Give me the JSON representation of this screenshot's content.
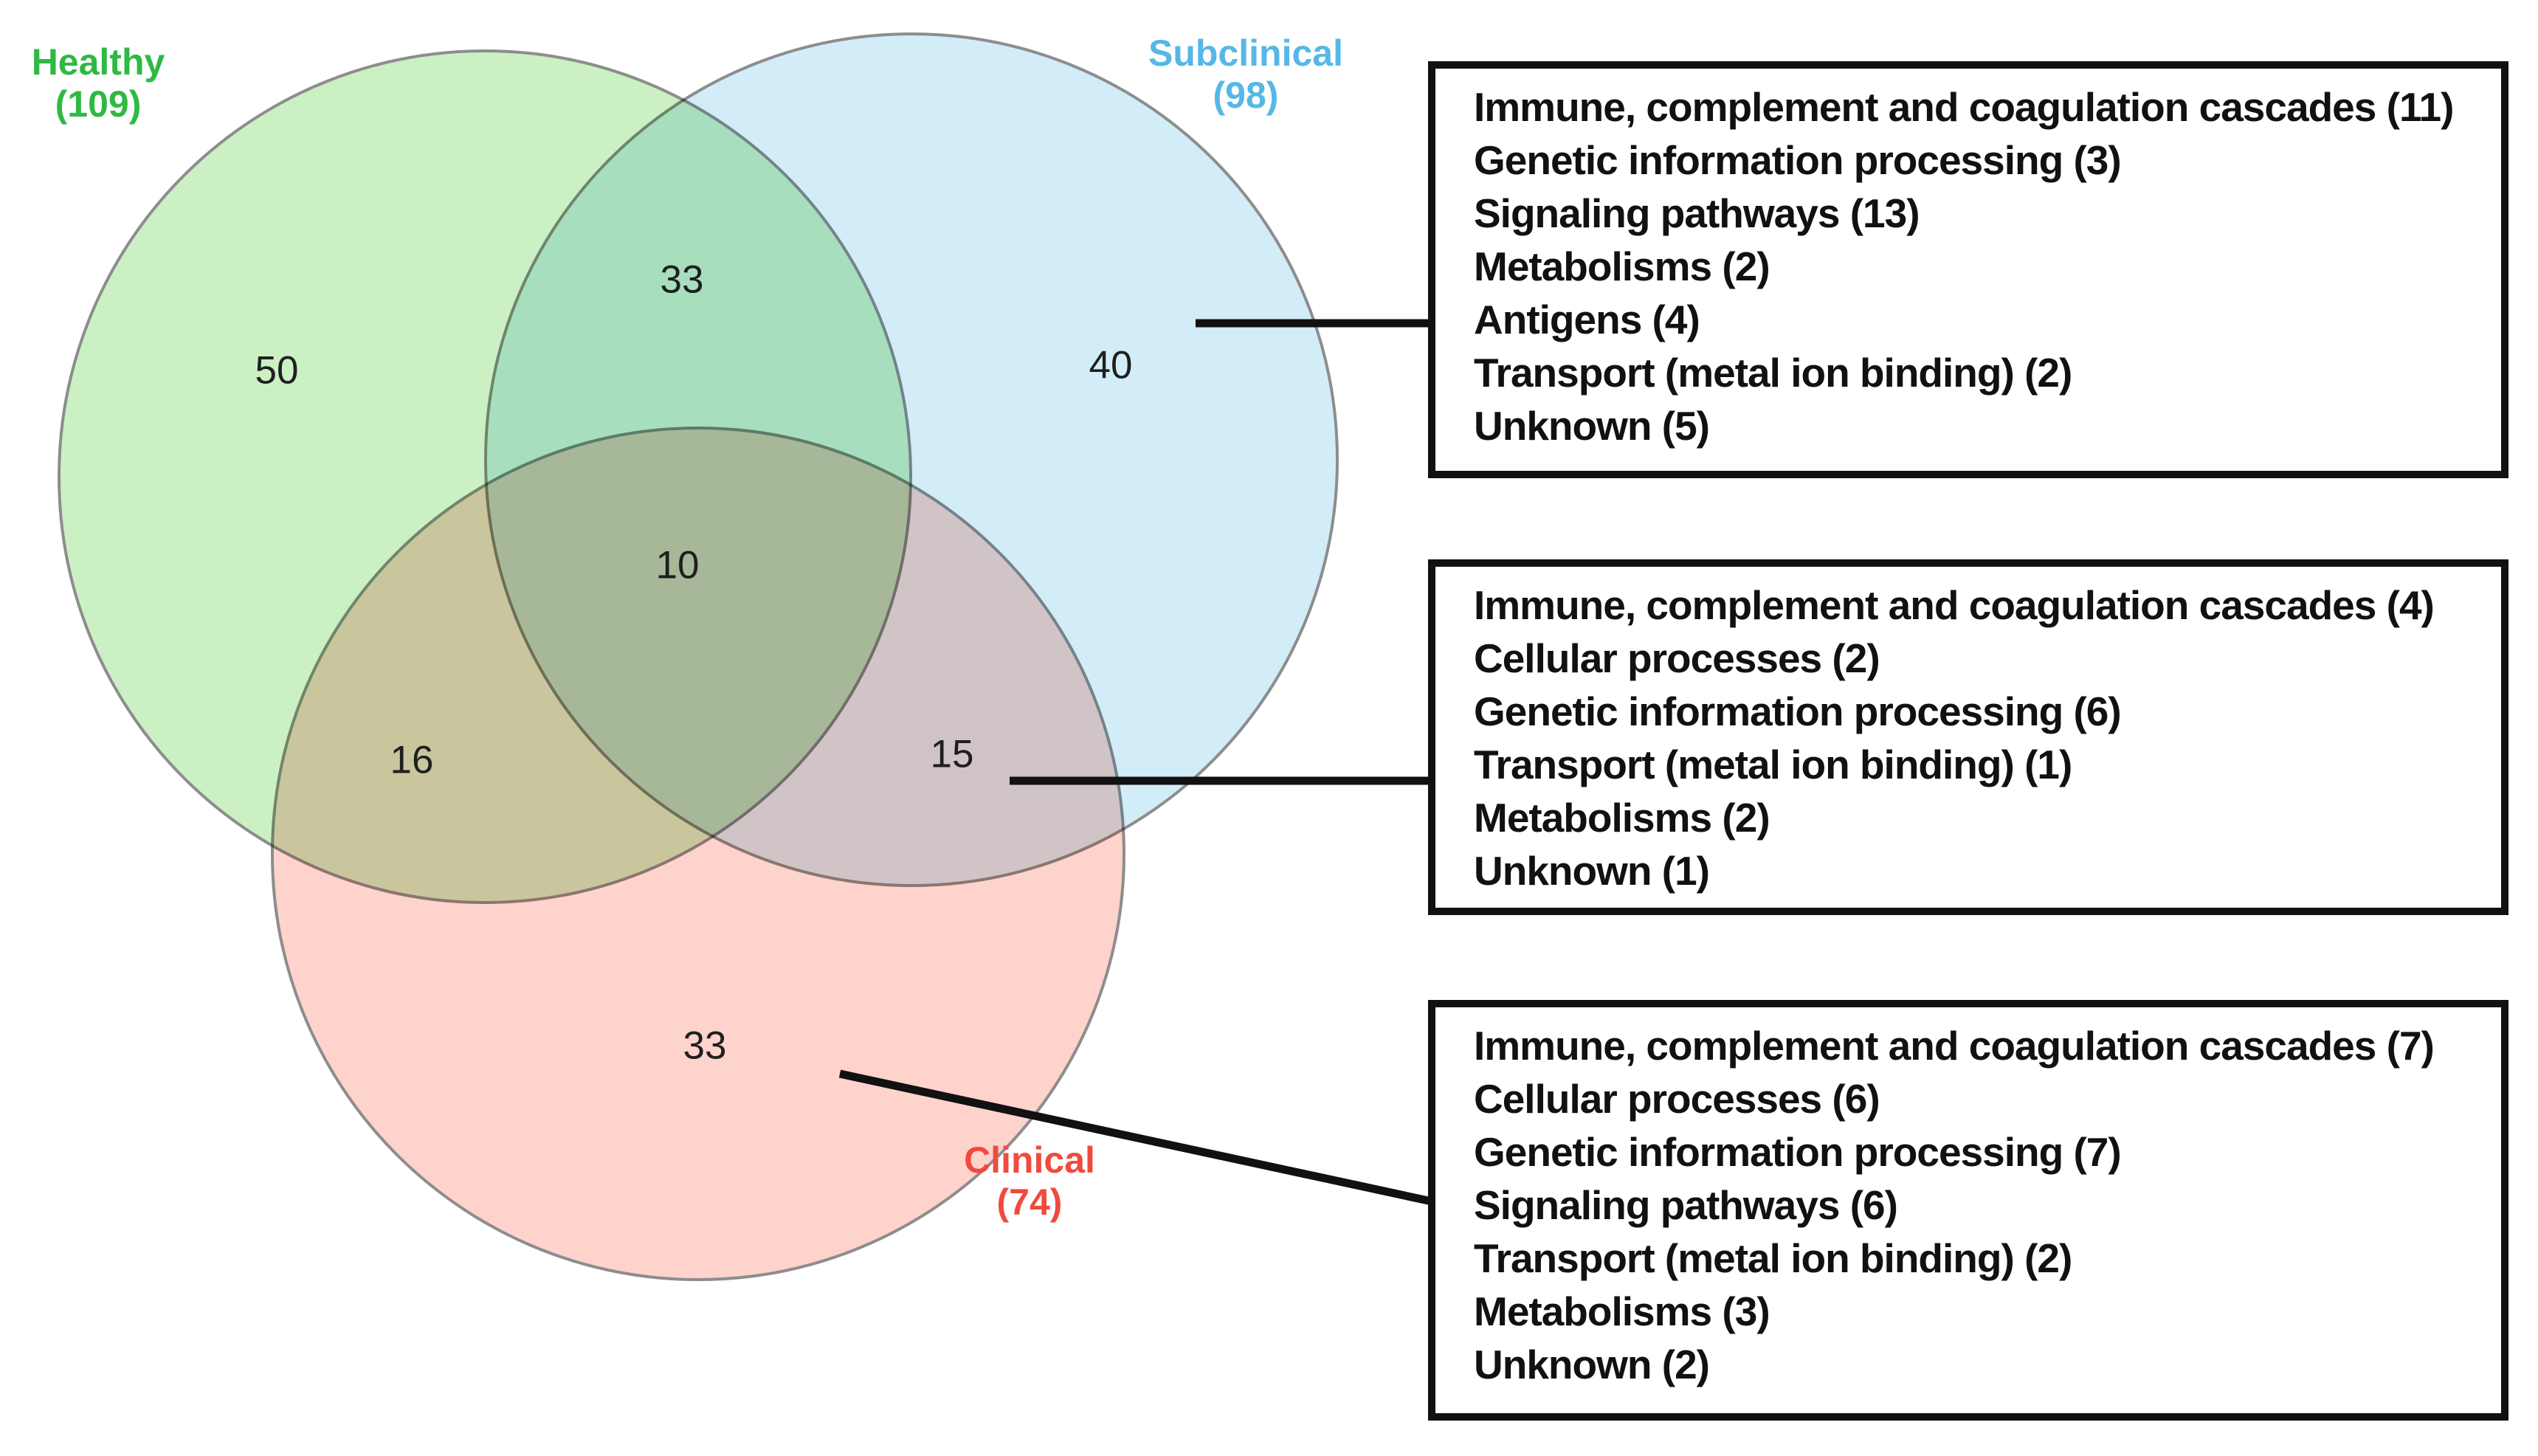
{
  "figure": {
    "type": "venn",
    "title": "Three-set Venn diagram with pathway annotation boxes",
    "sets": [
      {
        "id": "healthy",
        "name": "Healthy",
        "total": "(109)",
        "label_color": "#2fb944",
        "fill_color": "#cbf0c4"
      },
      {
        "id": "subclinical",
        "name": "Subclinical",
        "total": "(98)",
        "label_color": "#55b8e6",
        "fill_color": "#d2edf8"
      },
      {
        "id": "clinical",
        "name": "Clinical",
        "total": "(74)",
        "label_color": "#f04a3e",
        "fill_color": "#fdd3cc"
      }
    ],
    "regions": [
      {
        "id": "healthy-only",
        "value": "50"
      },
      {
        "id": "healthy-subclinical",
        "value": "33"
      },
      {
        "id": "subclinical-only",
        "value": "40"
      },
      {
        "id": "healthy-subclinical-clinical",
        "value": "10"
      },
      {
        "id": "healthy-clinical",
        "value": "16"
      },
      {
        "id": "subclinical-clinical",
        "value": "15"
      },
      {
        "id": "clinical-only",
        "value": "33"
      }
    ],
    "stroke_color": "#8d8d8d",
    "connector_color": "#111111"
  },
  "boxes": [
    {
      "id": "subclinical-only-list",
      "items": [
        "Immune, complement and coagulation cascades (11)",
        "Genetic information processing (3)",
        "Signaling pathways (13)",
        "Metabolisms (2)",
        "Antigens (4)",
        "Transport (metal ion binding) (2)",
        "Unknown (5)"
      ]
    },
    {
      "id": "subclinical-clinical-list",
      "items": [
        "Immune, complement and coagulation cascades (4)",
        "Cellular processes (2)",
        "Genetic information processing (6)",
        "Transport (metal ion binding) (1)",
        "Metabolisms (2)",
        "Unknown (1)"
      ]
    },
    {
      "id": "clinical-only-list",
      "items": [
        "Immune, complement and coagulation cascades (7)",
        "Cellular processes (6)",
        "Genetic information processing (7)",
        "Signaling pathways (6)",
        "Transport (metal ion binding) (2)",
        "Metabolisms (3)",
        "Unknown (2)"
      ]
    }
  ]
}
